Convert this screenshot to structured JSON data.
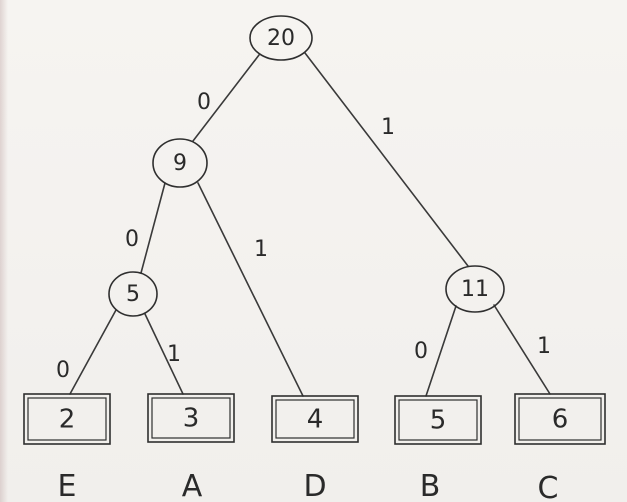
{
  "tree": {
    "nodes": [
      {
        "id": "root",
        "value": "20"
      },
      {
        "id": "n9",
        "value": "9"
      },
      {
        "id": "n5",
        "value": "5"
      },
      {
        "id": "n11",
        "value": "11"
      }
    ],
    "leaves": [
      {
        "id": "E",
        "weight": "2",
        "letter": "E"
      },
      {
        "id": "A",
        "weight": "3",
        "letter": "A"
      },
      {
        "id": "D",
        "weight": "4",
        "letter": "D"
      },
      {
        "id": "B",
        "weight": "5",
        "letter": "B"
      },
      {
        "id": "C",
        "weight": "6",
        "letter": "C"
      }
    ],
    "edges": [
      {
        "from": "root",
        "to": "n9",
        "bit": "0"
      },
      {
        "from": "root",
        "to": "n11",
        "bit": "1"
      },
      {
        "from": "n9",
        "to": "n5",
        "bit": "0"
      },
      {
        "from": "n9",
        "to": "D",
        "bit": "1"
      },
      {
        "from": "n5",
        "to": "E",
        "bit": "0"
      },
      {
        "from": "n5",
        "to": "A",
        "bit": "1"
      },
      {
        "from": "n11",
        "to": "B",
        "bit": "0"
      },
      {
        "from": "n11",
        "to": "C",
        "bit": "1"
      }
    ]
  }
}
